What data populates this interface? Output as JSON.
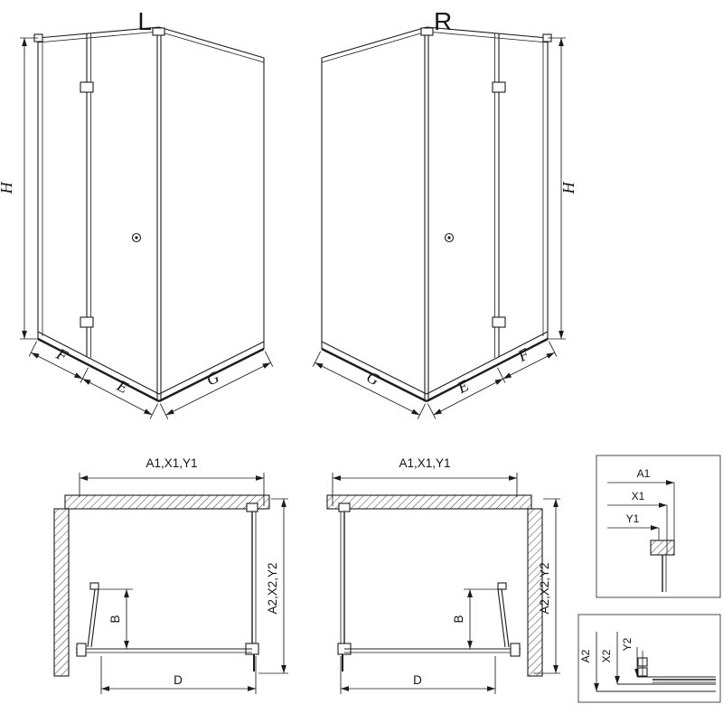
{
  "colors": {
    "background": "#ffffff",
    "line": "#1c1c1c"
  },
  "views": {
    "iso_left": {
      "title": "L",
      "dim_h": "H",
      "dim_f": "F",
      "dim_e": "E",
      "dim_g": "G"
    },
    "iso_right": {
      "title": "R",
      "dim_h": "H",
      "dim_f": "F",
      "dim_e": "E",
      "dim_g": "G"
    },
    "plan_left": {
      "dim_top": "A1,X1,Y1",
      "dim_side": "A2,X2,Y2",
      "dim_b": "B",
      "dim_d": "D"
    },
    "plan_right": {
      "dim_top": "A1,X1,Y1",
      "dim_side": "A2,X2,Y2",
      "dim_b": "B",
      "dim_d": "D"
    },
    "detail_top": {
      "a1": "A1",
      "x1": "X1",
      "y1": "Y1"
    },
    "detail_bottom": {
      "a2": "A2",
      "x2": "X2",
      "y2": "Y2"
    }
  }
}
